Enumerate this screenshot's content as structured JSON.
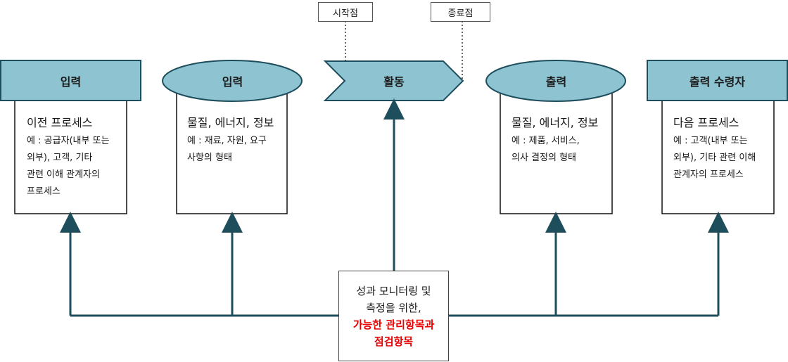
{
  "callouts": {
    "start": "시작점",
    "end": "종료점"
  },
  "columns": [
    {
      "header": "입력",
      "title": "이전 프로세스",
      "body": [
        "예 : 공급자(내부 또는",
        "외부), 고객, 기타",
        "관련 이해 관계자의",
        "프로세스"
      ]
    },
    {
      "header": "입력",
      "title": "물질, 에너지, 정보",
      "body": [
        "예 : 재료, 자원, 요구",
        "사항의 형태"
      ]
    },
    {
      "header": "활동"
    },
    {
      "header": "출력",
      "title": "물질, 에너지, 정보",
      "body": [
        "예 : 제품, 서비스,",
        "의사 결정의 형태"
      ]
    },
    {
      "header": "출력 수령자",
      "title": "다음 프로세스",
      "body": [
        "예 : 고객(내부 또는",
        "외부), 기타 관련 이해",
        "관계자의 프로세스"
      ]
    }
  ],
  "center": {
    "lines": [
      "성과 모니터링 및",
      "측정을 위한,"
    ],
    "highlight": [
      "가능한 관리항목과",
      "점검항목"
    ],
    "highlight_color": "#e60000"
  },
  "colors": {
    "header_fill": "#8ec3d2",
    "header_stroke": "#1e4d5c",
    "arrow": "#1e4d5c"
  }
}
